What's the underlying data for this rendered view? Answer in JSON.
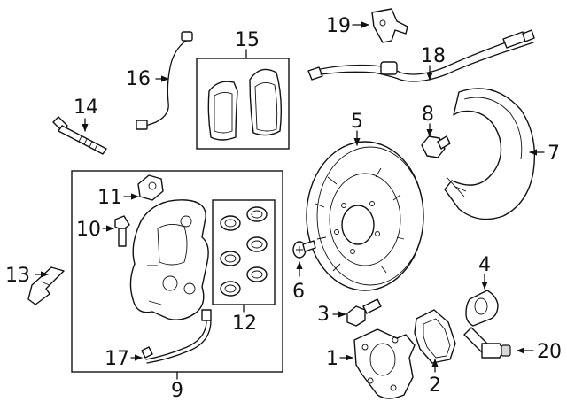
{
  "callouts": {
    "c1": "1",
    "c2": "2",
    "c3": "3",
    "c4": "4",
    "c5": "5",
    "c6": "6",
    "c7": "7",
    "c8": "8",
    "c9": "9",
    "c10": "10",
    "c11": "11",
    "c12": "12",
    "c13": "13",
    "c14": "14",
    "c15": "15",
    "c16": "16",
    "c17": "17",
    "c18": "18",
    "c19": "19",
    "c20": "20"
  },
  "colors": {
    "ink": "#111111",
    "paper": "#ffffff",
    "shade": "#d9d9d9"
  }
}
